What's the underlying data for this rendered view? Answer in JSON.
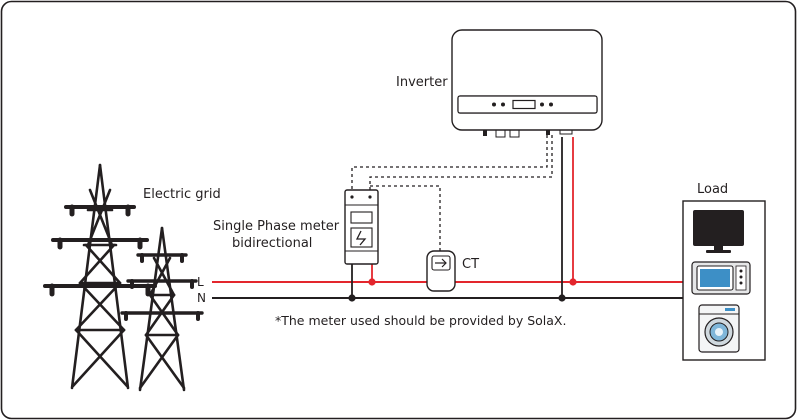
{
  "labels": {
    "inverter": "Inverter",
    "electric_grid": "Electric grid",
    "meter_line1": "Single Phase meter",
    "meter_line2": "bidirectional",
    "ct": "CT",
    "load": "Load",
    "line_l": "L",
    "line_n": "N",
    "note": "*The meter used should be provided by SolaX."
  },
  "colors": {
    "live": "#e3262d",
    "neutral": "#231f20",
    "frame": "#231f20"
  },
  "icons": {
    "inverter": "inverter-icon",
    "meter": "meter-icon",
    "ct": "ct-clamp-icon",
    "tower": "transmission-tower-icon",
    "monitor": "monitor-icon",
    "microwave": "microwave-icon",
    "washer": "washing-machine-icon"
  }
}
